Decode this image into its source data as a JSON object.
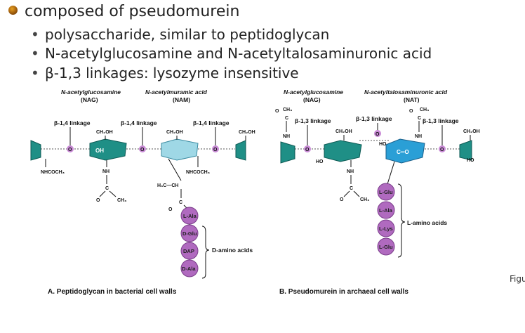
{
  "bullets": {
    "main": "composed of pseudomurein",
    "subs": [
      "polysaccharide, similar to peptidoglycan",
      "N-acetylglucosamine and N-acetyltalosaminuronic acid",
      "β-1,3 linkages: lysozyme insensitive"
    ]
  },
  "figure_a": {
    "nag_name": "N-acetylglucosamine",
    "nag_abbr": "(NAG)",
    "nam_name": "N-acetylmuramic acid",
    "nam_abbr": "(NAM)",
    "linkage": "β-1,4 linkage",
    "ring_oh": "OH",
    "ch2oh": "CH₂OH",
    "nhcoch3": "NHCOCH₃",
    "nh": "NH",
    "h3c_ch": "H₃C—CH",
    "amino_acids": [
      "L-Ala",
      "D-Glu",
      "DAP",
      "D-Ala"
    ],
    "amino_label": "D-amino acids",
    "caption": "A. Peptidoglycan in bacterial cell walls"
  },
  "figure_b": {
    "nag_name": "N-acetylglucosamine",
    "nag_abbr": "(NAG)",
    "nat_name": "N-acetyltalosaminuronic acid",
    "nat_abbr": "(NAT)",
    "linkage": "β-1,3 linkage",
    "co": "C═O",
    "ho": "HO",
    "ch2oh": "CH₂OH",
    "ch3": "CH₃",
    "nh": "NH",
    "amino_acids": [
      "L-Glu",
      "L-Ala",
      "L-Lys",
      "L-Glu"
    ],
    "amino_label": "L-amino acids",
    "caption": "B. Pseudomurein in archaeal cell walls"
  },
  "figure_label": "Figu",
  "colors": {
    "nag_ring": "#1f8f86",
    "nam_ring": "#9fd8e6",
    "nat_ring": "#2a9fd6",
    "amino_bead": "#b06abf",
    "linkage_dot": "#c98bd6"
  }
}
